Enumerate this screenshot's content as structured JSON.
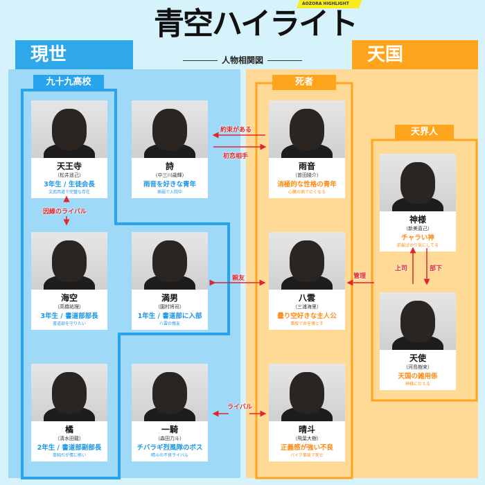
{
  "header": {
    "title": "青空ハイライト",
    "logo_text": "AOZORA HIGHLIGHT",
    "subtitle": "人物相関図"
  },
  "regions": {
    "left": "現世",
    "right": "天国"
  },
  "groups": {
    "school": "九十九高校",
    "dead": "死者",
    "heaven": "天界人"
  },
  "characters": [
    {
      "name": "天王寺",
      "actor": "（松井遥己）",
      "role": "3年生 / 生徒会長",
      "desc": "文武両道で完璧な存在"
    },
    {
      "name": "詩",
      "actor": "（中三川歳輝）",
      "role": "雨音を好きな青年",
      "desc": "病弱で入院中"
    },
    {
      "name": "海空",
      "actor": "（高橋祐理）",
      "role": "3年生 / 書道部部長",
      "desc": "書道部を守りたい"
    },
    {
      "name": "満男",
      "actor": "（園村将司）",
      "role": "1年生 / 書道部に入部",
      "desc": "八雲の親友"
    },
    {
      "name": "橘",
      "actor": "（清水田龍）",
      "role": "2年生 / 書道部副部長",
      "desc": "単純だが情に熱い"
    },
    {
      "name": "一騎",
      "actor": "（森田力斗）",
      "role": "チバラギ烈風隊のボス",
      "desc": "晴斗の不良ライバル"
    },
    {
      "name": "雨音",
      "actor": "（曽田陵介）",
      "role": "消極的な性格の青年",
      "desc": "心臓の病で亡くなる"
    },
    {
      "name": "八雲",
      "actor": "（三浦海里）",
      "role": "曇り空好きな主人公",
      "desc": "事故で命を落とす"
    },
    {
      "name": "晴斗",
      "actor": "（飛葉大樹）",
      "role": "正義感が強い不良",
      "desc": "バイク事故で死亡"
    },
    {
      "name": "神様",
      "actor": "（新美直己）",
      "role": "チャラい神",
      "desc": "前髪ばかり気にしてる"
    },
    {
      "name": "天使",
      "actor": "（河島樹来）",
      "role": "天国の雑用係",
      "desc": "神様に仕える"
    }
  ],
  "relations": {
    "rivalry": "因縁のライバル",
    "promise": "約束がある",
    "first_love": "初恋相手",
    "best_friend": "親友",
    "rival": "ライバル",
    "manage": "管理",
    "boss": "上司",
    "subordinate": "部下"
  }
}
